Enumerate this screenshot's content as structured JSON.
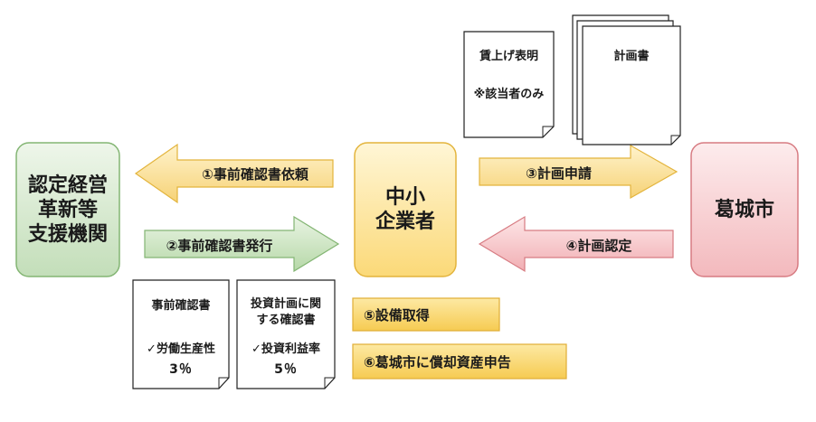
{
  "entities": {
    "support_org": "認定経営\n革新等\n支援機関",
    "sme": "中小\n企業者",
    "city": "葛城市"
  },
  "arrows": {
    "request": "①事前確認書依頼",
    "issue": "②事前確認書発行",
    "apply": "③計画申請",
    "approve": "④計画認定"
  },
  "documents": {
    "wage_title": "賃上げ表明",
    "wage_note": "※該当者のみ",
    "plan": "計画書",
    "precheck_title": "事前確認書",
    "precheck_item": "✓労働生産性",
    "precheck_value": "3％",
    "invest_title": "投資計画に関\nする確認書",
    "invest_item": "✓投資利益率",
    "invest_value": "5％"
  },
  "steps": {
    "acquire": "⑤設備取得",
    "declare": "⑥葛城市に償却資産申告"
  },
  "colors": {
    "green_fill": "#d7ead0",
    "green_stroke": "#83b573",
    "yellow_fill": "#fde9a9",
    "yellow_stroke": "#e3b43c",
    "red_fill": "#f8d3d5",
    "red_stroke": "#d77b82",
    "bar_fill": "#fbe18a",
    "bar_stroke": "#e0ad35"
  }
}
